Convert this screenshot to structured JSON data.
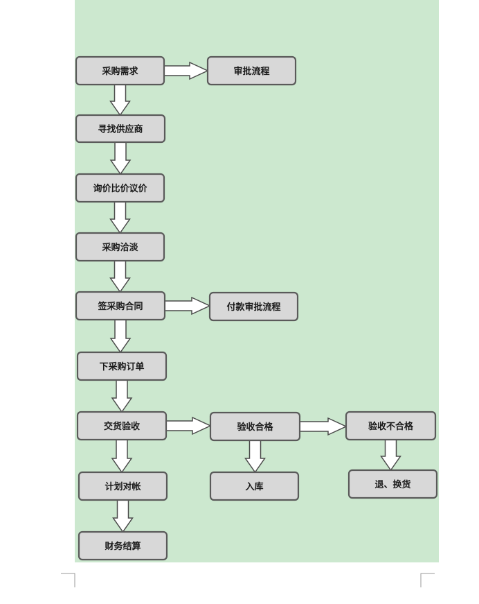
{
  "diagram": {
    "nodes": [
      {
        "id": "n1",
        "label": "采购需求"
      },
      {
        "id": "n2",
        "label": "审批流程"
      },
      {
        "id": "n3",
        "label": "寻找供应商"
      },
      {
        "id": "n4",
        "label": "询价比价议价"
      },
      {
        "id": "n5",
        "label": "采购洽淡"
      },
      {
        "id": "n6",
        "label": "签采购合同"
      },
      {
        "id": "n7",
        "label": "付款审批流程"
      },
      {
        "id": "n8",
        "label": "下采购订单"
      },
      {
        "id": "n9",
        "label": "交货验收"
      },
      {
        "id": "n10",
        "label": "验收合格"
      },
      {
        "id": "n11",
        "label": "验收不合格"
      },
      {
        "id": "n12",
        "label": "计划对帐"
      },
      {
        "id": "n13",
        "label": "入库"
      },
      {
        "id": "n14",
        "label": "财务结算"
      },
      {
        "id": "n15",
        "label": "退、换货"
      }
    ],
    "edges": [
      {
        "from": "n1",
        "to": "n2"
      },
      {
        "from": "n1",
        "to": "n3"
      },
      {
        "from": "n3",
        "to": "n4"
      },
      {
        "from": "n4",
        "to": "n5"
      },
      {
        "from": "n5",
        "to": "n6"
      },
      {
        "from": "n6",
        "to": "n7"
      },
      {
        "from": "n6",
        "to": "n8"
      },
      {
        "from": "n8",
        "to": "n9"
      },
      {
        "from": "n9",
        "to": "n10"
      },
      {
        "from": "n10",
        "to": "n11"
      },
      {
        "from": "n9",
        "to": "n12"
      },
      {
        "from": "n10",
        "to": "n13"
      },
      {
        "from": "n11",
        "to": "n15"
      },
      {
        "from": "n12",
        "to": "n14"
      }
    ]
  }
}
